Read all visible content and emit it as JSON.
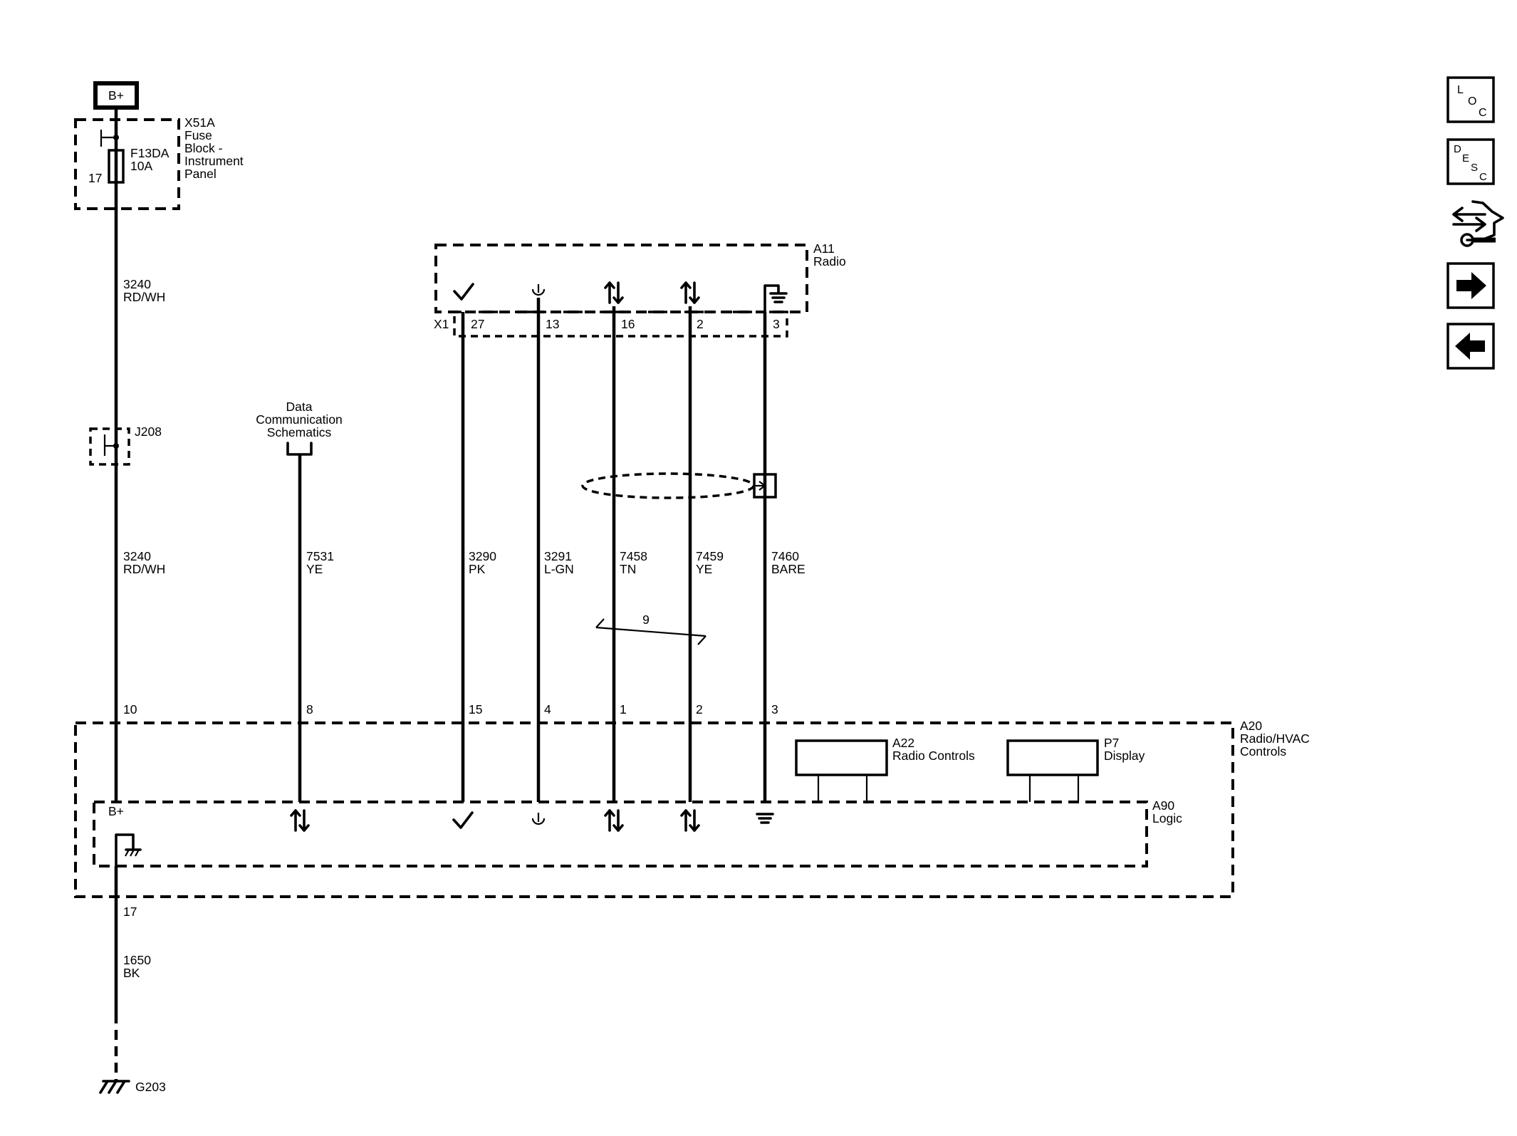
{
  "battery": {
    "label": "B+"
  },
  "fuse_block": {
    "ref": "X51A",
    "name_lines": [
      "Fuse",
      "Block -",
      "Instrument",
      "Panel"
    ],
    "fuse_id": "F13DA",
    "fuse_rating": "10A",
    "pin": "17"
  },
  "splice": {
    "ref": "J208"
  },
  "ground": {
    "ref": "G203"
  },
  "data_comm": {
    "lines": [
      "Data",
      "Communication",
      "Schematics"
    ]
  },
  "radio": {
    "ref": "A11",
    "name": "Radio",
    "connector": "X1"
  },
  "twisted_pair": {
    "label": "9"
  },
  "hvac": {
    "ref": "A20",
    "name_lines": [
      "Radio/HVAC",
      "Controls"
    ],
    "b_plus_label": "B+",
    "ground_pin": "17"
  },
  "radio_controls": {
    "ref": "A22",
    "name": "Radio Controls"
  },
  "display": {
    "ref": "P7",
    "name": "Display"
  },
  "logic": {
    "ref": "A90",
    "name": "Logic"
  },
  "wires": [
    {
      "circuit": "3240",
      "color": "RD/WH"
    },
    {
      "circuit": "3240",
      "color": "RD/WH"
    },
    {
      "circuit": "7531",
      "color": "YE",
      "pin_bottom": "8"
    },
    {
      "circuit": "3290",
      "color": "PK",
      "pin_top": "27",
      "pin_bottom": "15"
    },
    {
      "circuit": "3291",
      "color": "L-GN",
      "pin_top": "13",
      "pin_bottom": "4"
    },
    {
      "circuit": "7458",
      "color": "TN",
      "pin_top": "16",
      "pin_bottom": "1"
    },
    {
      "circuit": "7459",
      "color": "YE",
      "pin_top": "2",
      "pin_bottom": "2"
    },
    {
      "circuit": "7460",
      "color": "BARE",
      "pin_top": "3",
      "pin_bottom": "3"
    },
    {
      "circuit": "1650",
      "color": "BK"
    }
  ],
  "b_plus_pin": "10",
  "nav": {
    "loc": [
      "L",
      "O",
      "C"
    ],
    "desc": [
      "D",
      "E",
      "S",
      "C"
    ]
  }
}
